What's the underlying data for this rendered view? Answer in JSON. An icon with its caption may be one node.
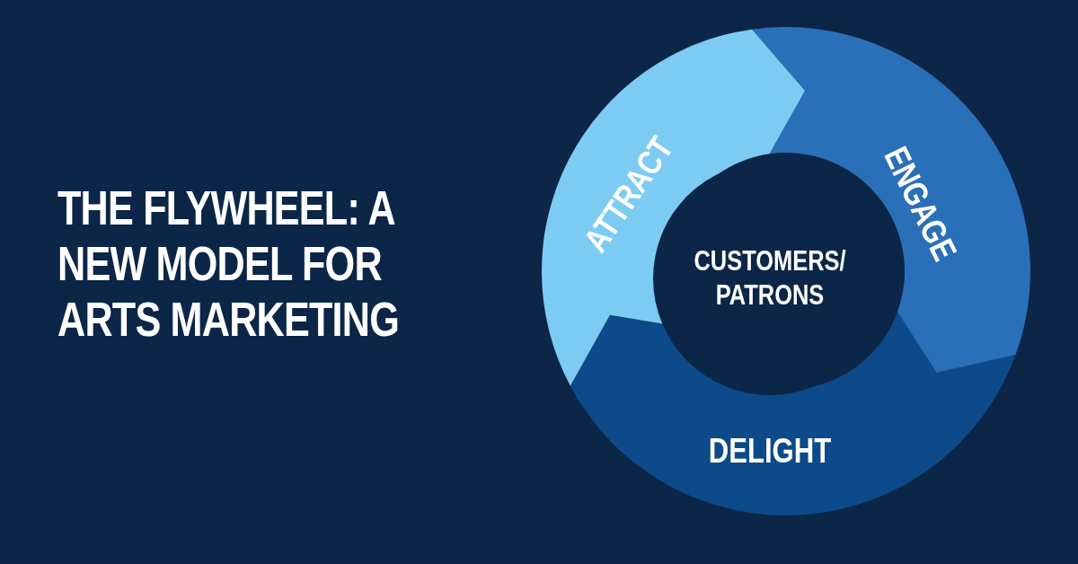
{
  "diagram": {
    "title": "THE FLYWHEEL: A NEW MODEL FOR ARTS MARKETING",
    "nodes": [
      {
        "text": [
          "CUSTOMERS/ PATRONS"
        ]
      },
      {
        "text": [
          "ATTRACT"
        ]
      },
      {
        "text": [
          "ENGAGE"
        ]
      },
      {
        "text": [
          "DELIGHT"
        ]
      }
    ]
  }
}
